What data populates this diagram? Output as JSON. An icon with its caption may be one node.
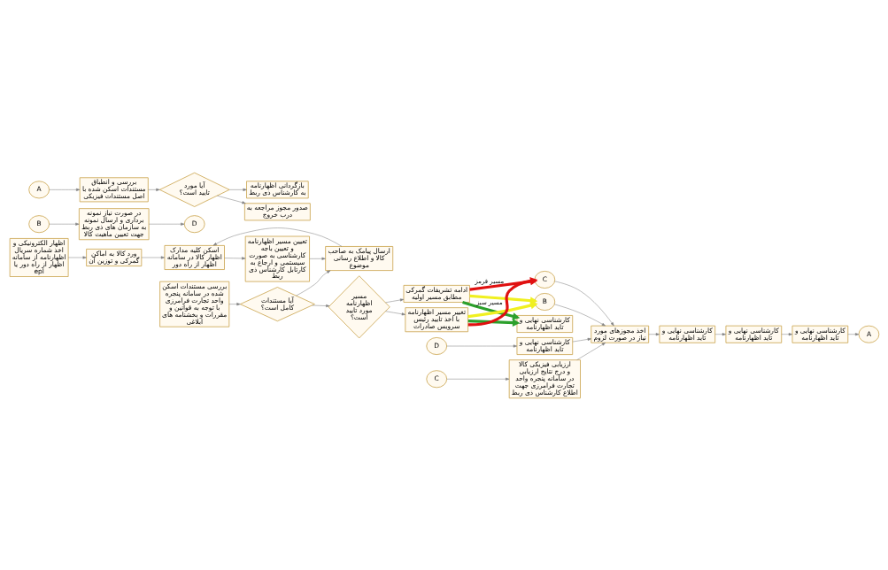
{
  "diagram": {
    "nodes": [
      {
        "text": [
          "اظهار الکترونیکی و اخذ شماره سریال اظهارنامه از سامانه اظهار از راه دور یا epl"
        ]
      },
      {
        "text": [
          "ورد کالا به اماکن گمرکی و توزین آن"
        ]
      },
      {
        "text": [
          "اسکن کلیه مدارک اظهار کالا در سامانه اظهار از راه دور"
        ]
      },
      {
        "text": [
          "تعیین مسیر اظهارنامه و تعیین باجه کارشناسی به صورت سیستمی و ارجاع به کارتابل کارشناس ذی ربط"
        ]
      },
      {
        "text": [
          "ارسال پیامک به صاحب کالا و اطلاع رسانی موضوع"
        ]
      },
      {
        "text": [
          "کارشناسی نهایی و تاید اظهارنامه"
        ]
      },
      {
        "text": [
          "A"
        ]
      },
      {
        "text": [
          "کارشناسی نهایی و تاید اظهارنامه"
        ]
      },
      {
        "text": [
          "D"
        ]
      },
      {
        "text": [
          "کارشناسی نهایی و تاید اظهارنامه"
        ]
      },
      {
        "text": [
          "بررسی مستندات اسکن شده در سامانه پنجره واحد تجارت فرامرزی با توجه به قوانین و مقررات و بخشنامه های ابلاغی"
        ]
      },
      {
        "text": [
          "آیا مستندات کامل است؟"
        ]
      },
      {
        "text": [
          "مسیر اظهارنامه مورد تایید است؟"
        ]
      },
      {
        "text": [
          "ادامه تشریفات گمرکی مطابق مسیر اولیه"
        ]
      },
      {
        "text": [
          "تغییر مسیر اظهارنامه با اخذ تایید رئیس سرویس صادرات"
        ]
      },
      {
        "text": [
          "کارشناسی نهایی و تاید اظهارنامه"
        ]
      },
      {
        "text": [
          "B"
        ]
      },
      {
        "text": [
          "C"
        ]
      },
      {
        "text": [
          "اخذ مجوزهای مورد نیاز در صورت لزوم"
        ]
      },
      {
        "text": [
          "کارشناسی نهایی و تاید اظهارنامه"
        ]
      },
      {
        "text": [
          "B"
        ]
      },
      {
        "text": [
          "در صورت نیاز نمونه برداری و ارسال نمونه به سازمان های ذی ربط جهت تعیین ماهیت کالا"
        ]
      },
      {
        "text": [
          "D"
        ]
      },
      {
        "text": [
          "C"
        ]
      },
      {
        "text": [
          "ارزیابی فیزیکی کالا و درج نتایج ارزیابی در سامانه پنجره واحد تجارت فرامرزی جهت اطلاع کارشناس ذی ربط"
        ]
      },
      {
        "text": [
          "A"
        ]
      },
      {
        "text": [
          "بررسی و انطباق مستندات اسکن شده با اصل مستندات فیزیکی"
        ]
      },
      {
        "text": [
          "آیا مورد تایید است؟"
        ]
      },
      {
        "text": [
          "بازگردانی اظهارنامه به کارشناس ذی ربط"
        ]
      },
      {
        "text": [
          "صدور مجوز مراجعه به درب خروج"
        ]
      }
    ],
    "edges": [
      {
        "from": 0,
        "to": 1,
        "arrow": "to"
      },
      {
        "from": 1,
        "to": 2,
        "arrow": "to"
      },
      {
        "from": 2,
        "to": 3,
        "arrow": "to"
      },
      {
        "from": 3,
        "to": 4,
        "arrow": "to"
      },
      {
        "from": 4,
        "to": 2,
        "arrow": "to"
      },
      {
        "from": 7,
        "to": 5,
        "arrow": "to"
      },
      {
        "from": 5,
        "to": 6,
        "arrow": "to"
      },
      {
        "from": 8,
        "to": 9,
        "arrow": "to"
      },
      {
        "from": 10,
        "to": 11,
        "arrow": "to"
      },
      {
        "from": 11,
        "to": 4,
        "arrow": "to"
      },
      {
        "from": 11,
        "to": 12,
        "arrow": "to"
      },
      {
        "from": 12,
        "to": 13,
        "arrow": "to"
      },
      {
        "from": 12,
        "to": 14,
        "arrow": "to"
      },
      {
        "from": 13,
        "to": 15,
        "arrow": "to",
        "label": "مسیر سبز",
        "style": "thick",
        "color": "#2ca02c"
      },
      {
        "from": 13,
        "to": 16,
        "arrow": "to",
        "style": "thick",
        "color": "#f0f020"
      },
      {
        "from": 13,
        "to": 17,
        "arrow": "to",
        "label": "مسیر قرمز",
        "style": "thick",
        "color": "#e01010"
      },
      {
        "from": 14,
        "to": 15,
        "arrow": "to",
        "style": "thick",
        "color": "#2ca02c"
      },
      {
        "from": 14,
        "to": 16,
        "arrow": "to",
        "style": "thick",
        "color": "#f0f020"
      },
      {
        "from": 14,
        "to": 17,
        "arrow": "to",
        "style": "thick",
        "color": "#e01010"
      },
      {
        "from": 16,
        "to": 18,
        "arrow": "to"
      },
      {
        "from": 17,
        "to": 18,
        "arrow": "to"
      },
      {
        "from": 9,
        "to": 18,
        "arrow": "to"
      },
      {
        "from": 24,
        "to": 18,
        "arrow": "to"
      },
      {
        "from": 18,
        "to": 19,
        "arrow": "to"
      },
      {
        "from": 19,
        "to": 7,
        "arrow": "to"
      },
      {
        "from": 20,
        "to": 21,
        "arrow": "to"
      },
      {
        "from": 21,
        "to": 22,
        "arrow": "to"
      },
      {
        "from": 23,
        "to": 24,
        "arrow": "to"
      },
      {
        "from": 25,
        "to": 26,
        "arrow": "to"
      },
      {
        "from": 26,
        "to": 27,
        "arrow": "to"
      },
      {
        "from": 27,
        "to": 28,
        "arrow": "to"
      },
      {
        "from": 27,
        "to": 29,
        "arrow": "to"
      }
    ]
  }
}
